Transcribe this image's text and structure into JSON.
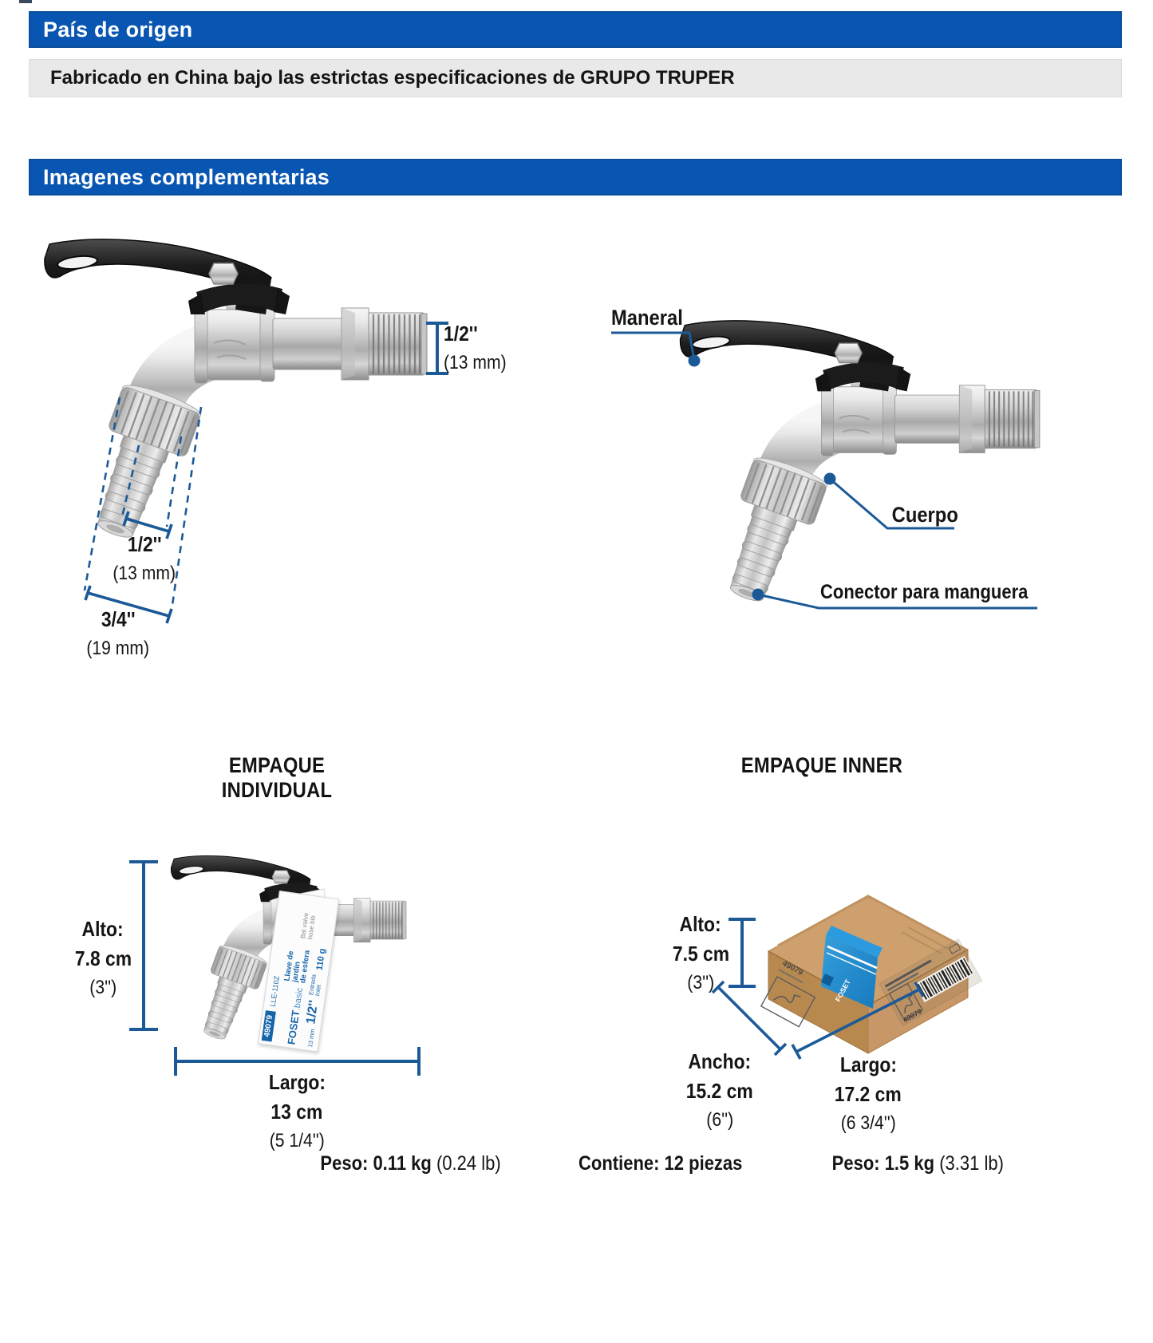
{
  "colors": {
    "bar_blue": "#0856b2",
    "bar_border": "#0b4e9b",
    "gray_bar": "#e9e9e9",
    "dimension_blue": "#1b5a97",
    "tag_blue": "#1565ab",
    "box_label_blue": "#1f8fd2",
    "cardboard_top": "#cda06e",
    "cardboard_left": "#b8894f",
    "cardboard_right": "#c79767"
  },
  "bars": {
    "pais_title": "País de origen",
    "origin_text": "Fabricado en China bajo las estrictas especificaciones de GRUPO TRUPER",
    "imagenes_title": "Imagenes complementarias"
  },
  "valve_dims": {
    "outlet": {
      "size": "1/2''",
      "mm": "(13 mm)"
    },
    "hose_inner": {
      "size": "1/2''",
      "mm": "(13 mm)"
    },
    "hose_outer": {
      "size": "3/4''",
      "mm": "(19 mm)"
    }
  },
  "valve_parts": {
    "maneral": "Maneral",
    "cuerpo": "Cuerpo",
    "conector": "Conector para manguera"
  },
  "individual": {
    "heading": "EMPAQUE INDIVIDUAL",
    "alto": {
      "label": "Alto:",
      "value": "7.8 cm",
      "inches": "(3'')"
    },
    "largo": {
      "label": "Largo:",
      "value": "13 cm",
      "inches": "(5 1/4'')"
    },
    "peso": {
      "bold": "Peso: 0.11 kg",
      "light": "(0.24 lb)"
    },
    "tag": {
      "sku": "49079",
      "code": "LLE-110Z",
      "brand": "FOSET",
      "brand_suffix": ".basic",
      "product_line1": "Llave de jardín",
      "product_line2": "de esfera",
      "product_en": "Bal valve hose bib",
      "size_mm": "13 mm",
      "size_in": "1/2''",
      "entrada": "Entrada",
      "inlet": "Inlet",
      "weight": "110 g"
    }
  },
  "inner": {
    "heading": "EMPAQUE INNER",
    "alto": {
      "label": "Alto:",
      "value": "7.5 cm",
      "inches": "(3'')"
    },
    "ancho": {
      "label": "Ancho:",
      "value": "15.2 cm",
      "inches": "(6'')"
    },
    "largo": {
      "label": "Largo:",
      "value": "17.2 cm",
      "inches": "(6 3/4'')"
    },
    "contiene": "Contiene: 12 piezas",
    "peso": {
      "bold": "Peso: 1.5 kg",
      "light": "(3.31 lb)"
    },
    "box": {
      "sku": "49079",
      "label_brand": "FOSET"
    }
  }
}
